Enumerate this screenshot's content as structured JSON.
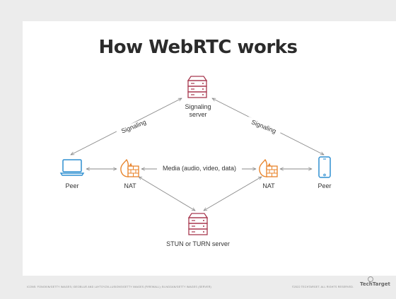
{
  "title": "How WebRTC works",
  "nodes": {
    "signaling_server": {
      "label_line1": "Signaling",
      "label_line2": "server",
      "icon": "server-icon"
    },
    "stun_turn_server": {
      "label": "STUN or TURN server",
      "icon": "server-icon"
    },
    "peer_left": {
      "label": "Peer",
      "icon": "laptop-icon"
    },
    "peer_right": {
      "label": "Peer",
      "icon": "smartphone-icon"
    },
    "nat_left": {
      "label": "NAT",
      "icon": "firewall-icon"
    },
    "nat_right": {
      "label": "NAT",
      "icon": "firewall-icon"
    }
  },
  "edges": {
    "signaling_left": "Signaling",
    "signaling_right": "Signaling",
    "media": "Media (audio, video, data)"
  },
  "footer": {
    "credits": "ICONS: FONGKIN/GETTY IMAGES; IDEOBLUE AND LAYTOYZ/ILLUSIONS/GETTY IMAGES (FIREWALL); BI-NGGAN/GETTY IMAGES (SERVER)",
    "copyright": "©2022 TECHTARGET. ALL RIGHTS RESERVED.",
    "brand": "TechTarget"
  },
  "colors": {
    "server": "#a8384f",
    "firewall": "#e8832a",
    "device": "#2f8fd1",
    "arrow": "#8a8a8a"
  }
}
